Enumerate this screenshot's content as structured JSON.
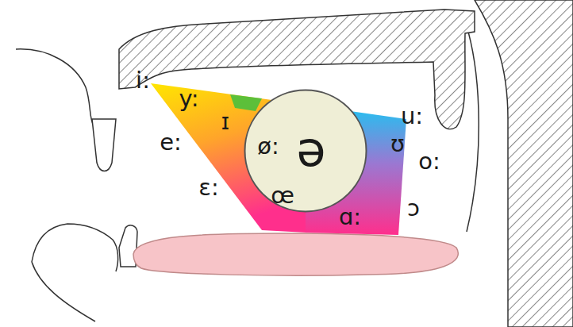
{
  "diagram": {
    "nodes": [
      {
        "text": [
          "i:",
          "y:",
          "ɪ",
          "e:",
          "ɛ:",
          "u:",
          "ʊ",
          "o:",
          "ɑ:",
          "ɔ"
        ]
      },
      {
        "text": [
          "ø:",
          "ə",
          "œ"
        ],
        "in": 0
      }
    ]
  }
}
